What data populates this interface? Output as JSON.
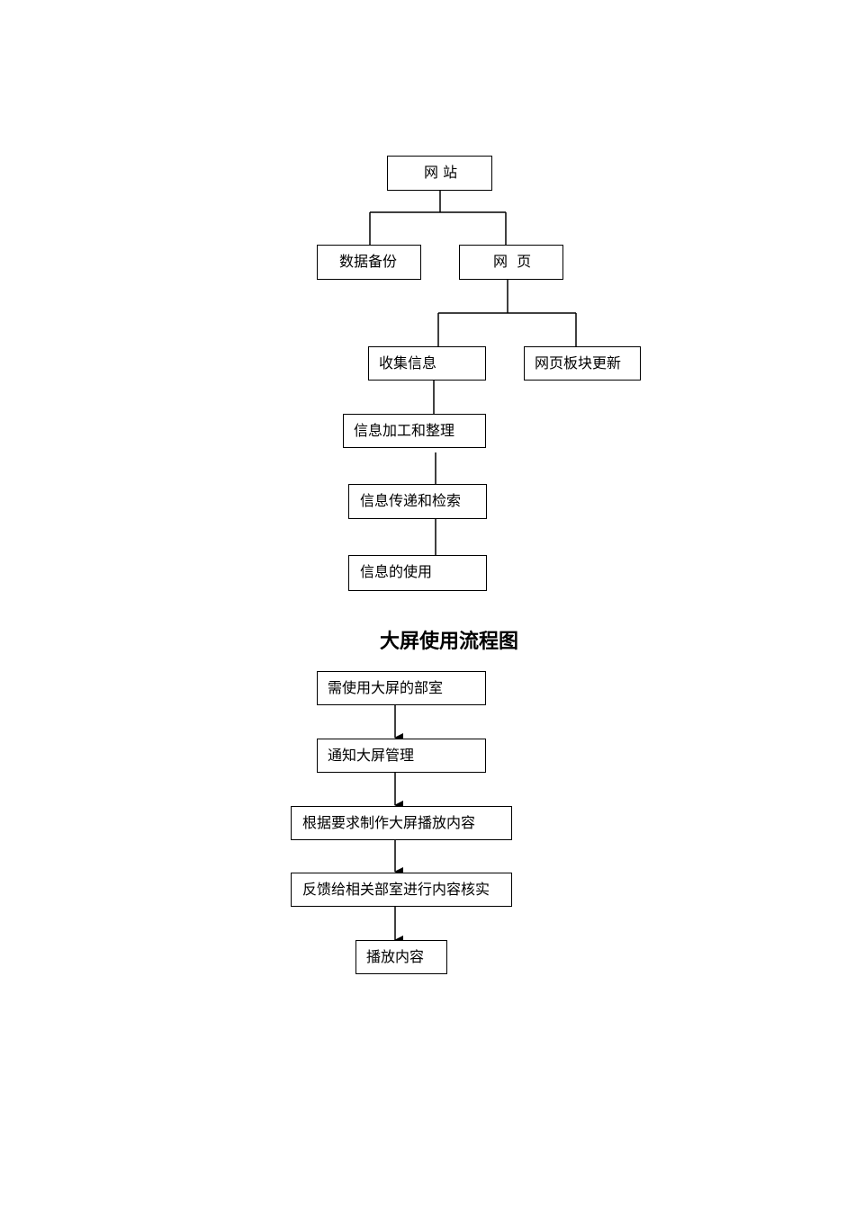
{
  "tree": {
    "root": "网 站",
    "level1": {
      "backup": "数据备份",
      "webpage": "网  页"
    },
    "level2": {
      "collect": "收集信息",
      "update": "网页板块更新"
    },
    "chain": [
      "信息加工和整理",
      "信息传递和检索",
      "信息的使用"
    ]
  },
  "flow": {
    "title": "大屏使用流程图",
    "steps": [
      "需使用大屏的部室",
      "通知大屏管理",
      "根据要求制作大屏播放内容",
      "反馈给相关部室进行内容核实",
      "播放内容"
    ]
  }
}
